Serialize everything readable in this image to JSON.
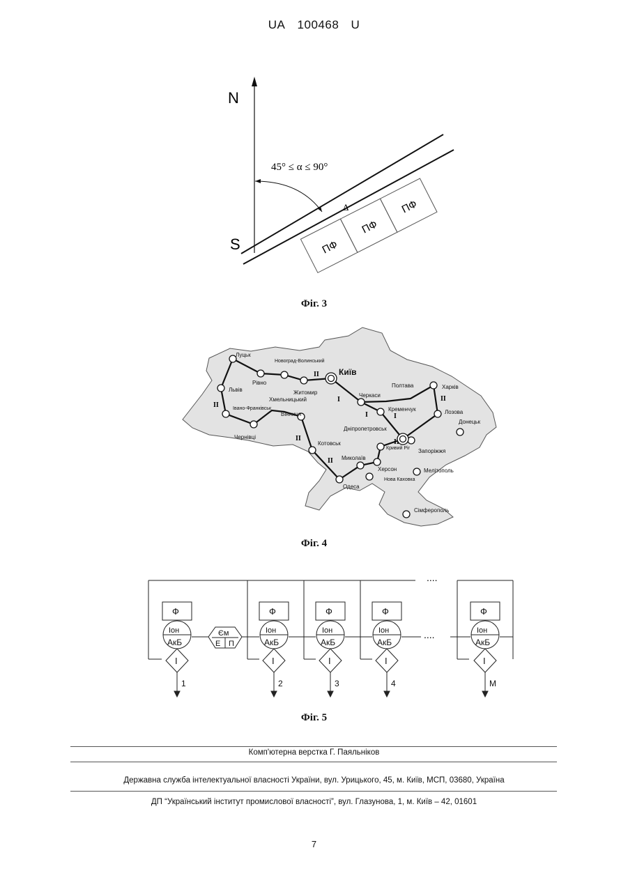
{
  "header": {
    "country": "UA",
    "number": "100468",
    "kind": "U"
  },
  "fig3": {
    "north": "N",
    "south": "S",
    "angle_label": "45° ≤ α ≤ 90°",
    "delta": "Δ",
    "panel_label": "ПФ",
    "caption": "Фіг. 3"
  },
  "fig4": {
    "caption": "Фіг. 4",
    "cities": {
      "kyiv": "Київ",
      "lutsk": "Луцьк",
      "rivne": "Рівно",
      "novohrad": "Новоград-Волинський",
      "zhytomyr": "Житомир",
      "lviv": "Львів",
      "ivano_frankivsk": "Івано-Франківськ",
      "khmelnytskyi": "Хмельницький",
      "vinnytsia": "Вінниця",
      "chernivtsi": "Чернівці",
      "kotovsk": "Котовськ",
      "odesa": "Одеса",
      "mykolaiv": "Миколаїв",
      "kherson": "Херсон",
      "nova_kakhovka": "Нова Каховка",
      "simferopol": "Сімферополь",
      "melitopol": "Мелітополь",
      "zaporizhzhia": "Запоріжжя",
      "kryvyi_rih": "Кривий Ріг",
      "dnipropetrovsk": "Дніпропетровськ",
      "kremenchuk": "Кременчук",
      "cherkasy": "Черкаси",
      "poltava": "Полтава",
      "kharkiv": "Харків",
      "lozova": "Лозова",
      "donetsk": "Донецьк"
    },
    "route_I": "I",
    "route_II": "II"
  },
  "fig5": {
    "caption": "Фіг. 5",
    "dots": "....",
    "labels": {
      "phi": "Ф",
      "ion": "Іон",
      "akb": "АкБ",
      "i": "І",
      "em": "Єм",
      "e": "Е",
      "p": "П"
    },
    "outputs": [
      "1",
      "2",
      "3",
      "4",
      "M"
    ]
  },
  "footer": {
    "layout": "Комп'ютерна верстка Г. Паяльніков",
    "office": "Державна служба інтелектуальної власності України, вул. Урицького, 45, м. Київ, МСП, 03680, Україна",
    "institute": "ДП “Український інститут промислової власності”, вул. Глазунова, 1, м. Київ – 42, 01601"
  },
  "page_number": "7"
}
